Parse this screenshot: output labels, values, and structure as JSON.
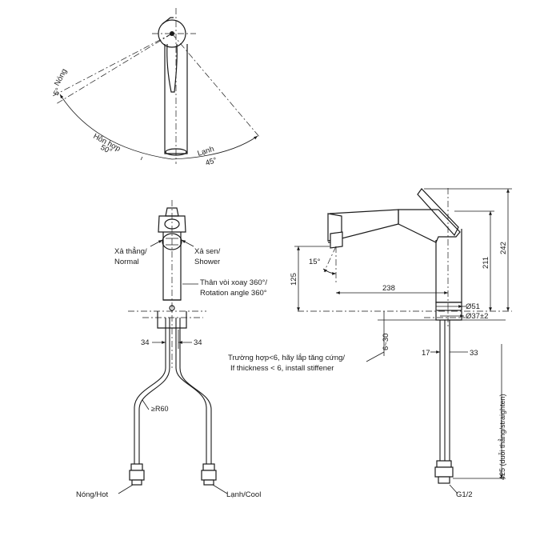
{
  "top_view": {
    "angle_hot_label": "Nóng",
    "angle_hot_value": "5°",
    "angle_mix_label": "Hỗn hợp",
    "angle_mix_value": "50°",
    "angle_cold_label": "Lạnh",
    "angle_cold_value": "45°"
  },
  "front_view": {
    "normal_label_vi": "Xả thẳng/",
    "normal_label_en": "Normal",
    "shower_label_vi": "Xả sen/",
    "shower_label_en": "Shower",
    "rotation_vi": "Thân vòi xoay 360°/",
    "rotation_en": "Rotation angle 360°",
    "dim_left": "34",
    "dim_right": "34",
    "radius": "≥R60",
    "hot_hose": "Nóng/Hot",
    "cold_hose": "Lạnh/Cool"
  },
  "side_view": {
    "angle_spout": "15°",
    "dim_125": "125",
    "dim_238": "238",
    "dim_211": "211",
    "dim_242": "242",
    "dim_d51": "Ø51",
    "dim_d37": "Ø37±2",
    "dim_6_30": "6~30",
    "dim_17": "17",
    "dim_33": "33",
    "dim_425": "425 (duỗi thẳng/straighten)",
    "thread": "G1/2",
    "stiffener_vi": "Trường hợp<6, hãy lắp tăng cứng/",
    "stiffener_en": "If thickness < 6, install stiffener"
  }
}
